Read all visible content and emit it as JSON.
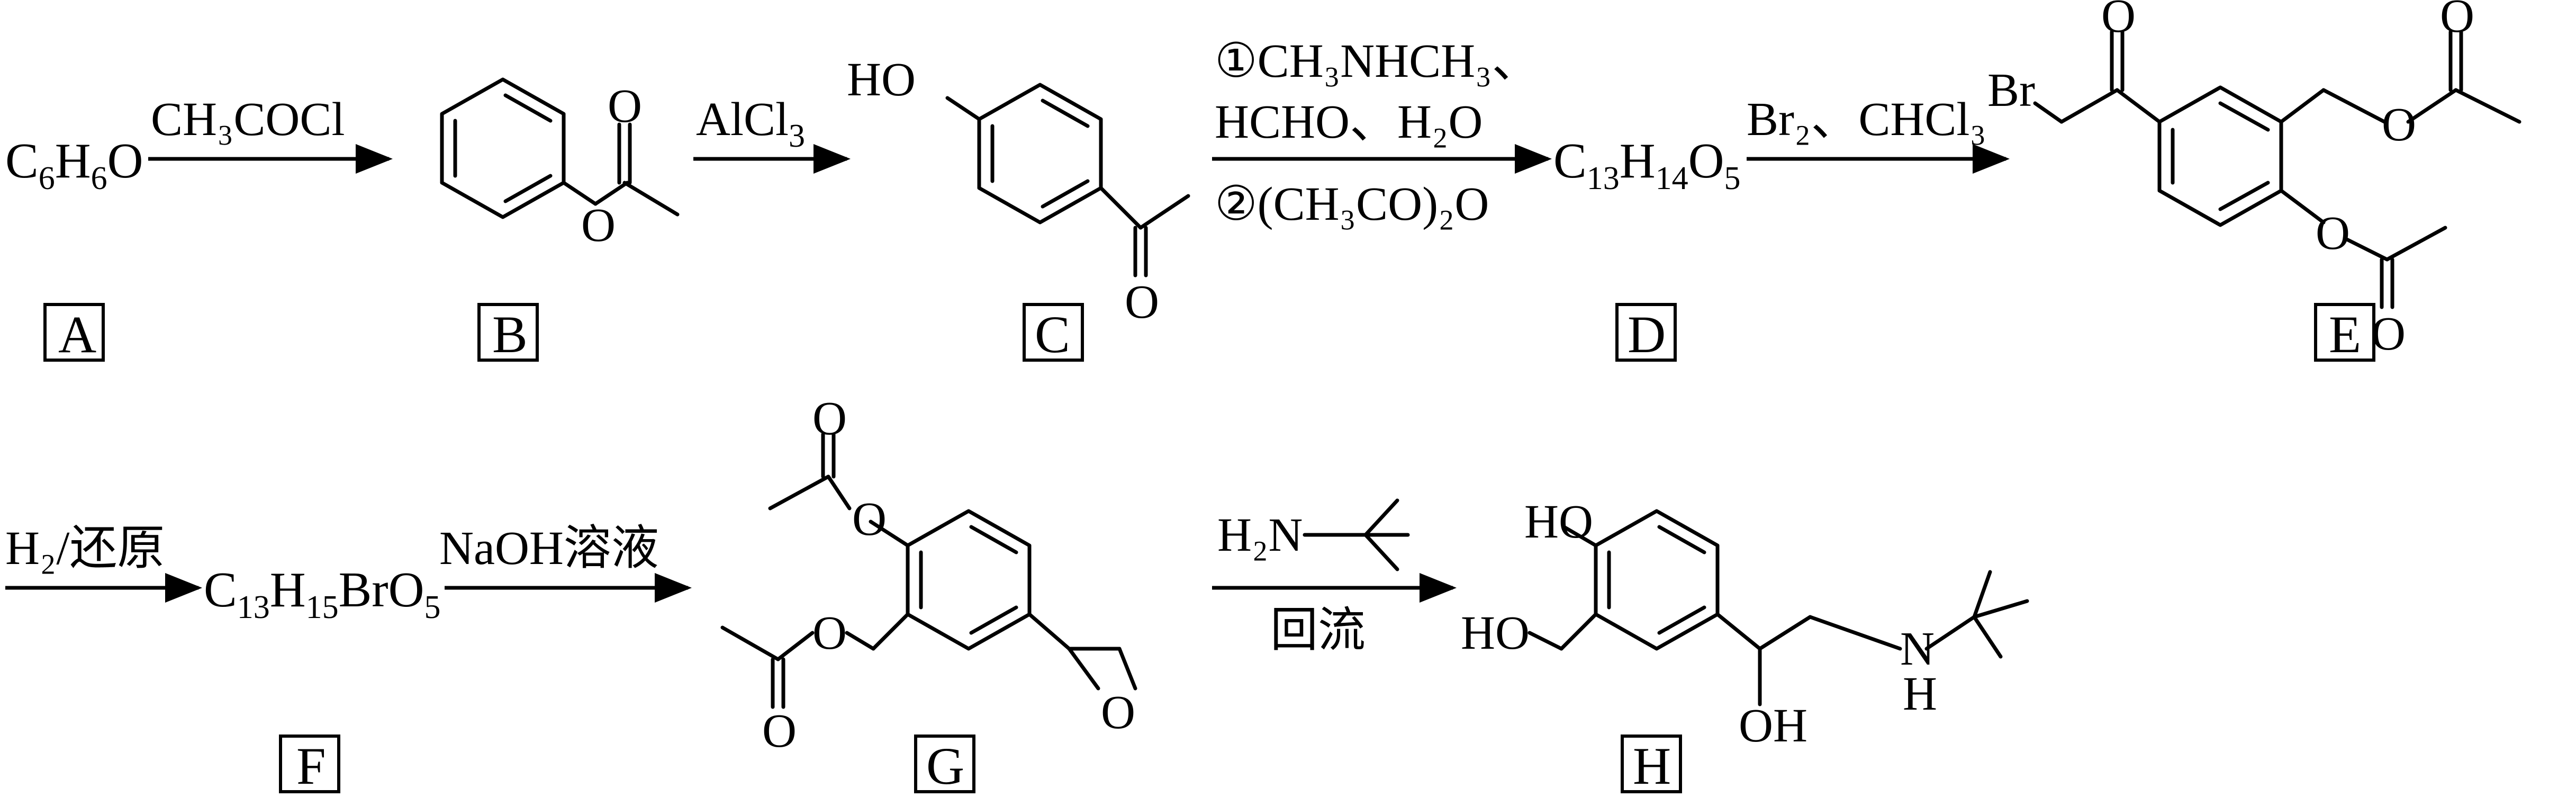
{
  "row1": {
    "A": {
      "formula": [
        "C",
        "6",
        "H",
        "6",
        "O"
      ],
      "label": "A"
    },
    "arrow1": {
      "above": "CH₃COCl"
    },
    "B": {
      "label": "B",
      "atoms": {
        "o_ester": "O",
        "o_carbonyl": "O"
      }
    },
    "arrow2": {
      "above": [
        "AlCl",
        "3"
      ]
    },
    "C": {
      "label": "C",
      "atoms": {
        "ho": "HO",
        "o_ketone": "O"
      }
    },
    "arrow3": {
      "line1": "①CH₃NHCH₃、",
      "line2": "HCHO、H₂O",
      "line3": "②(CH₃CO)₂O"
    },
    "D": {
      "formula": [
        "C",
        "13",
        "H",
        "14",
        "O",
        "5"
      ],
      "label": "D"
    },
    "arrow4": {
      "above": "Br₂、CHCl₃"
    },
    "E": {
      "label": "E",
      "atoms": {
        "br": "Br",
        "o_ketone": "O",
        "o1": "O",
        "o2": "O",
        "o3": "O",
        "o4": "O"
      }
    }
  },
  "row2": {
    "arrow5": {
      "above": "H₂/还原"
    },
    "F": {
      "formula": [
        "C",
        "13",
        "H",
        "15",
        "BrO",
        "5"
      ],
      "label": "F"
    },
    "arrow6": {
      "above": "NaOH溶液"
    },
    "G": {
      "label": "G",
      "atoms": {
        "o1": "O",
        "o2": "O",
        "o3": "O",
        "o4": "O",
        "o_epox": "O"
      }
    },
    "arrow7": {
      "above_h2n": "H₂N",
      "below": "回流"
    },
    "H": {
      "label": "H",
      "atoms": {
        "ho_top": "HO",
        "ho_left": "HO",
        "oh": "OH",
        "n": "N",
        "nh": "H"
      }
    }
  }
}
